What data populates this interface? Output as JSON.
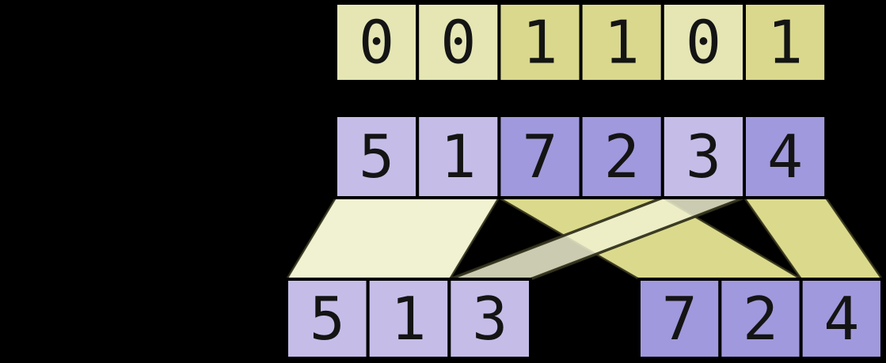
{
  "diagram": {
    "title": "array-split-by-bitmask",
    "background": "#000000",
    "cell_border": "#000000",
    "digit_color": "#141414",
    "palettes": {
      "yellow": {
        "light": "#e5e6b4",
        "dark": "#d9d88d"
      },
      "purple": {
        "light": "#c5bde8",
        "dark": "#a099dd"
      }
    },
    "bands": {
      "light_fill": "#f1f2d2",
      "dark_fill": "#dbda8c",
      "edge": "#32321c"
    },
    "rows": [
      {
        "name": "bitmask-row",
        "palette": "yellow",
        "cells": [
          {
            "v": "0",
            "shade": "light"
          },
          {
            "v": "0",
            "shade": "light"
          },
          {
            "v": "1",
            "shade": "dark"
          },
          {
            "v": "1",
            "shade": "dark"
          },
          {
            "v": "0",
            "shade": "light"
          },
          {
            "v": "1",
            "shade": "dark"
          }
        ]
      },
      {
        "name": "input-array-row",
        "palette": "purple",
        "cells": [
          {
            "v": "5",
            "shade": "light"
          },
          {
            "v": "1",
            "shade": "light"
          },
          {
            "v": "7",
            "shade": "dark"
          },
          {
            "v": "2",
            "shade": "dark"
          },
          {
            "v": "3",
            "shade": "light"
          },
          {
            "v": "4",
            "shade": "dark"
          }
        ]
      },
      {
        "name": "output-left-row",
        "palette": "purple",
        "cells": [
          {
            "v": "5",
            "shade": "light"
          },
          {
            "v": "1",
            "shade": "light"
          },
          {
            "v": "3",
            "shade": "light"
          }
        ]
      },
      {
        "name": "output-right-row",
        "palette": "purple",
        "cells": [
          {
            "v": "7",
            "shade": "dark"
          },
          {
            "v": "2",
            "shade": "dark"
          },
          {
            "v": "4",
            "shade": "dark"
          }
        ]
      }
    ]
  }
}
